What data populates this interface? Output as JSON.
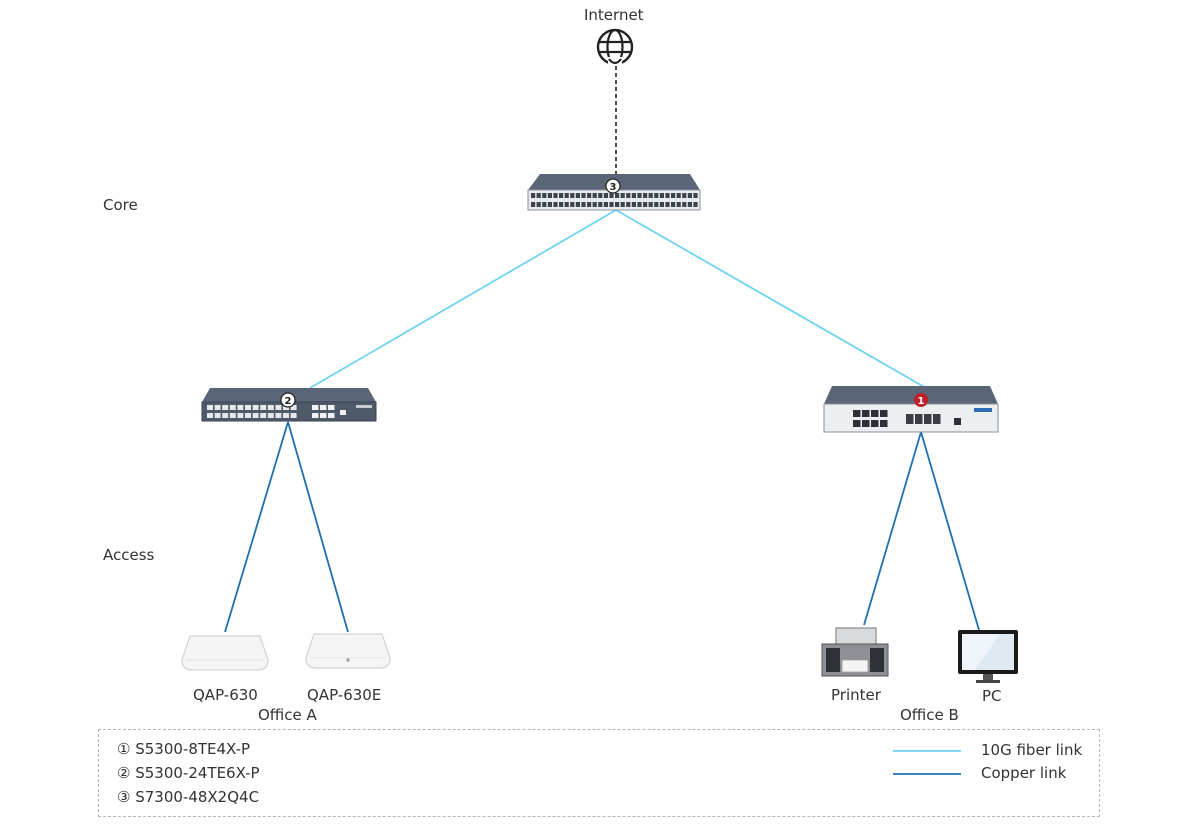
{
  "tiers": {
    "core": "Core",
    "access": "Access"
  },
  "internet": {
    "label": "Internet"
  },
  "switches": [
    {
      "badge": "1",
      "model": "S5300-8TE4X-P"
    },
    {
      "badge": "2",
      "model": "S5300-24TE6X-P"
    },
    {
      "badge": "3",
      "model": "S7300-48X2Q4C"
    }
  ],
  "devices": {
    "ap1": "QAP-630",
    "ap2": "QAP-630E",
    "printer": "Printer",
    "pc": "PC"
  },
  "offices": {
    "a": "Office A",
    "b": "Office B"
  },
  "legend": {
    "models": [
      "① S5300-8TE4X-P",
      "② S5300-24TE6X-P",
      "③ S7300-48X2Q4C"
    ],
    "links": [
      {
        "label": "10G fiber link",
        "color": "#6fd4f0"
      },
      {
        "label": "Copper link",
        "color": "#1f6fb2"
      }
    ]
  },
  "colors": {
    "fiber": "#6fd4f0",
    "copper": "#1f6fb2",
    "badge_red": "#c0202a"
  }
}
